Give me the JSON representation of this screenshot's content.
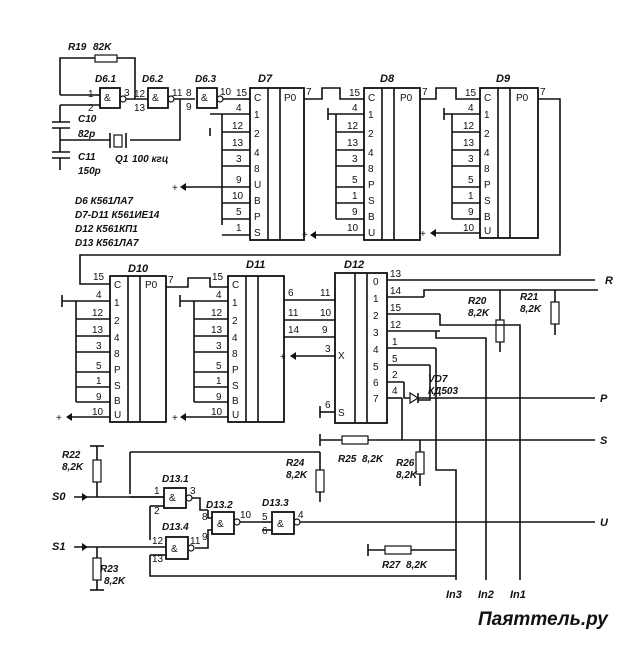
{
  "components": {
    "R19": {
      "ref": "R19",
      "value": "82K"
    },
    "R20": {
      "ref": "R20",
      "value": "8,2K"
    },
    "R21": {
      "ref": "R21",
      "value": "8,2K"
    },
    "R22": {
      "ref": "R22",
      "value": "8,2K"
    },
    "R23": {
      "ref": "R23",
      "value": "8,2K"
    },
    "R24": {
      "ref": "R24",
      "value": "8,2K"
    },
    "R25": {
      "ref": "R25",
      "value": "8,2K"
    },
    "R26": {
      "ref": "R26",
      "value": "8,2K"
    },
    "R27": {
      "ref": "R27",
      "value": "8,2K"
    },
    "C10": {
      "ref": "C10",
      "value": "82p"
    },
    "C11": {
      "ref": "C11",
      "value": "150p"
    },
    "Q1": {
      "ref": "Q1",
      "value": "100 кгц"
    },
    "VD7": {
      "ref": "VD7",
      "value": "КД503"
    }
  },
  "gates": {
    "d61": "D6.1",
    "d62": "D6.2",
    "d63": "D6.3",
    "d131": "D13.1",
    "d132": "D13.2",
    "d133": "D13.3",
    "d134": "D13.4",
    "and_symbol": "&"
  },
  "chips": {
    "D7": "D7",
    "D8": "D8",
    "D9": "D9",
    "D10": "D10",
    "D11": "D11",
    "D12": "D12"
  },
  "counter_pins": {
    "C": "C",
    "PO": "P0",
    "S": "S",
    "U": "U",
    "B": "B",
    "P": "P",
    "in_labels": [
      "1",
      "2",
      "4",
      "8"
    ],
    "D12_labels": [
      "0",
      "1",
      "2",
      "3",
      "4",
      "5",
      "6",
      "7"
    ],
    "D12_X": "X"
  },
  "parts_list": [
    "D6 К561ЛА7",
    "D7-D11 К561ИЕ14",
    "D12 К561КП1",
    "D13 К561ЛА7"
  ],
  "signals": {
    "R": "R",
    "P": "P",
    "S": "S",
    "U": "U",
    "S0": "S0",
    "S1": "S1",
    "In1": "In1",
    "In2": "In2",
    "In3": "In3"
  },
  "watermark": "Паяттель.ру"
}
